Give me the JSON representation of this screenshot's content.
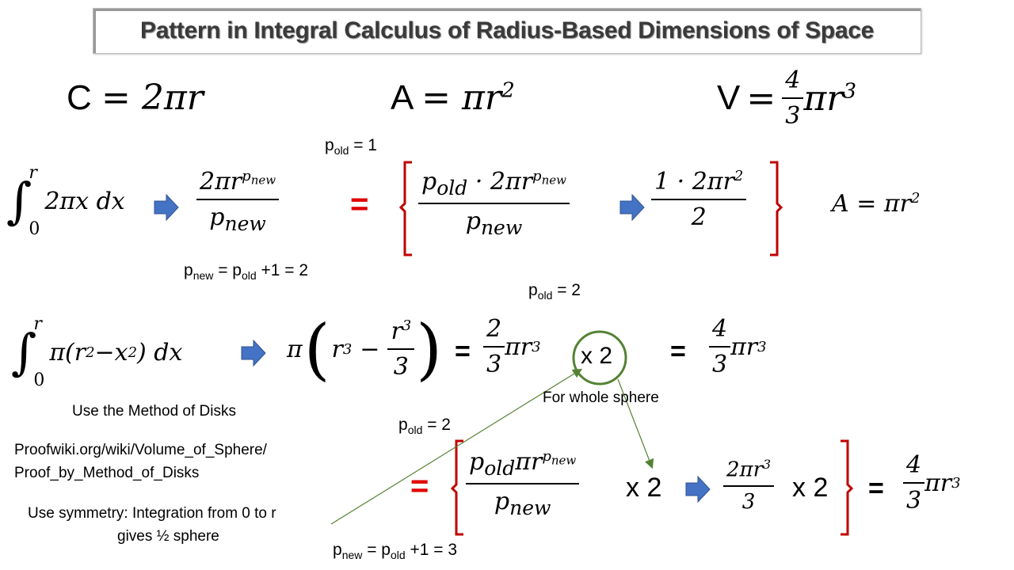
{
  "title": "Pattern in Integral Calculus of Radius-Based Dimensions of Space",
  "headline": {
    "circumference": {
      "lhs": "C",
      "rhs": "= 2πr"
    },
    "area": {
      "lhs": "A",
      "rhs": "= πr",
      "exp": "2"
    },
    "volume": {
      "lhs": "V",
      "eq": "=",
      "num": "4",
      "den": "3",
      "rest": "πr",
      "exp": "3"
    }
  },
  "row1": {
    "integral": {
      "upper": "r",
      "lower": "0",
      "integrand": "2πx dx"
    },
    "frac1": {
      "num": "2πr",
      "num_exp": "p",
      "num_exp_sub": "new",
      "den": "p",
      "den_sub": "new"
    },
    "equals": "=",
    "frac2": {
      "num_a": "p",
      "num_a_sub": "old",
      "num_b": " · 2πr",
      "num_exp": "p",
      "num_exp_sub": "new",
      "den": "p",
      "den_sub": "new"
    },
    "frac3": {
      "num": "1 · 2πr",
      "num_exp": "2",
      "den": "2"
    },
    "result": {
      "text": "A = πr",
      "exp": "2"
    },
    "p_old": {
      "p": "p",
      "sub": "old",
      "rest": " = 1"
    },
    "p_new": {
      "p": "p",
      "sub": "new",
      "mid": " = p",
      "sub2": "old",
      "rest": " +1 = 2"
    }
  },
  "row2": {
    "integral": {
      "upper": "r",
      "lower": "0",
      "a": "π(r",
      "a_exp": "2",
      "b": "−x",
      "b_exp": "2",
      "c": ") dx"
    },
    "expr": {
      "pi": "π",
      "r": "r",
      "r_exp": "3",
      "minus": "−",
      "num": "r",
      "num_exp": "3",
      "den": "3"
    },
    "eq1": "=",
    "frac": {
      "num": "2",
      "den": "3",
      "rest": "πr",
      "exp": "3"
    },
    "times": "x 2",
    "eq2": "=",
    "result": {
      "num": "4",
      "den": "3",
      "rest": "πr",
      "exp": "3"
    },
    "p_old": {
      "p": "p",
      "sub": "old",
      "rest": " = 2"
    },
    "whole_sphere": "For whole sphere"
  },
  "notes": {
    "method": "Use the Method of Disks",
    "link1": "Proofwiki.org/wiki/Volume_of_Sphere/",
    "link2": "Proof_by_Method_of_Disks",
    "sym1": "Use symmetry: Integration from 0 to r",
    "sym2": "gives ½ sphere"
  },
  "row3": {
    "p_old": {
      "p": "p",
      "sub": "old",
      "rest": " = 2"
    },
    "equals": "=",
    "frac1": {
      "num_a": "p",
      "num_a_sub": "old",
      "num_b": "πr",
      "num_exp": "p",
      "num_exp_sub": "new",
      "den": "p",
      "den_sub": "new"
    },
    "times1": "x 2",
    "frac2": {
      "num": "2πr",
      "num_exp": "3",
      "den": "3"
    },
    "times2": "x 2",
    "eq": "=",
    "result": {
      "num": "4",
      "den": "3",
      "rest": "πr",
      "exp": "3"
    },
    "p_new": {
      "p": "p",
      "sub": "new",
      "mid": " = p",
      "sub2": "old",
      "rest": " +1 = 3"
    }
  },
  "colors": {
    "red": "#e00000",
    "bracket": "#c00000",
    "green": "#548235",
    "arrow": "#4472c4"
  }
}
